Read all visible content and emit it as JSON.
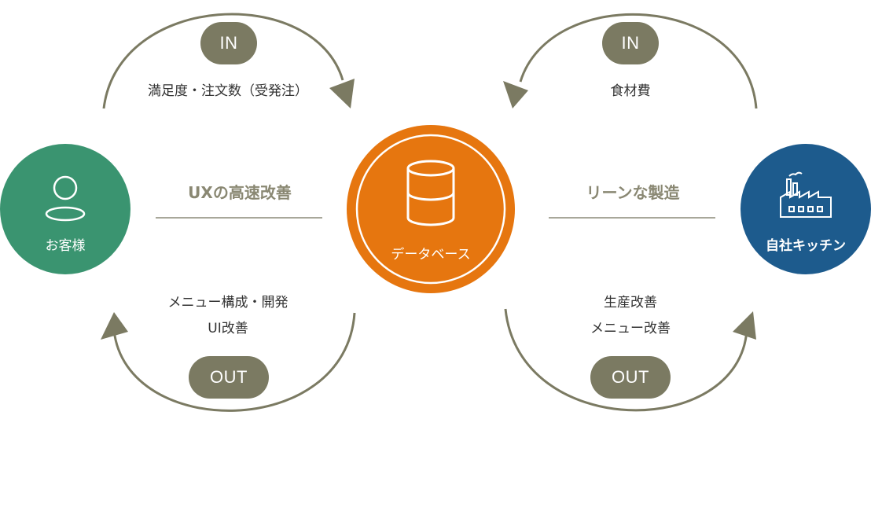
{
  "colors": {
    "arrow": "#7b7a62",
    "customer": "#3a9470",
    "database": "#e6760f",
    "kitchen": "#1d5b8d",
    "heading": "#8a8873",
    "rule": "#a8a79a"
  },
  "nodes": {
    "customer": {
      "label": "お客様",
      "icon": "person-icon"
    },
    "database": {
      "label": "データベース",
      "icon": "database-icon"
    },
    "kitchen": {
      "label": "自社キッチン",
      "icon": "factory-icon"
    }
  },
  "left": {
    "heading": "UXの高速改善",
    "in": {
      "badge": "IN",
      "text": "満足度・注文数（受発注）"
    },
    "out": {
      "badge": "OUT",
      "text_line1": "メニュー構成・開発",
      "text_line2": "UI改善"
    }
  },
  "right": {
    "heading": "リーンな製造",
    "in": {
      "badge": "IN",
      "text": "食材費"
    },
    "out": {
      "badge": "OUT",
      "text_line1": "生産改善",
      "text_line2": "メニュー改善"
    }
  }
}
